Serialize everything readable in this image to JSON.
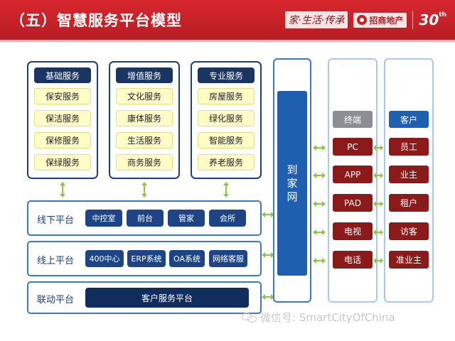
{
  "header": {
    "title": "（五）智慧服务平台模型",
    "calligraphy": "家·生活·传承",
    "logo_text": "招商地产",
    "anniversary": "30",
    "anniversary_suffix": "th"
  },
  "service_groups": [
    {
      "title": "基础服务",
      "items": [
        "保安服务",
        "保洁服务",
        "保修服务",
        "保绿服务"
      ]
    },
    {
      "title": "增值服务",
      "items": [
        "文化服务",
        "康体服务",
        "生活服务",
        "商务服务"
      ]
    },
    {
      "title": "专业服务",
      "items": [
        "房屋服务",
        "绿化服务",
        "智能服务",
        "养老服务"
      ]
    }
  ],
  "platforms": {
    "offline": {
      "label": "线下平台",
      "items": [
        "中控室",
        "前台",
        "管家",
        "会所"
      ]
    },
    "online": {
      "label": "线上平台",
      "items": [
        "400中心",
        "ERP系统",
        "OA系统",
        "网络客服"
      ]
    },
    "linkage": {
      "label": "联动平台",
      "items": [
        "客户服务平台"
      ]
    }
  },
  "daojia": {
    "label": "到家网"
  },
  "terminals": {
    "title": "终端",
    "items": [
      "PC",
      "APP",
      "PAD",
      "电视",
      "电话"
    ]
  },
  "customers": {
    "title": "客户",
    "items": [
      "员工",
      "业主",
      "租户",
      "访客",
      "准业主"
    ]
  },
  "watermark": "微信号: SmartCityOfChina",
  "colors": {
    "header_red": "#c8202a",
    "navy": "#1a3562",
    "item_yellow": "#fffcc8",
    "border_blue": "#3c78c6",
    "terminal_red": "#8b1a1a",
    "arrow_green": "#8cc63f"
  }
}
